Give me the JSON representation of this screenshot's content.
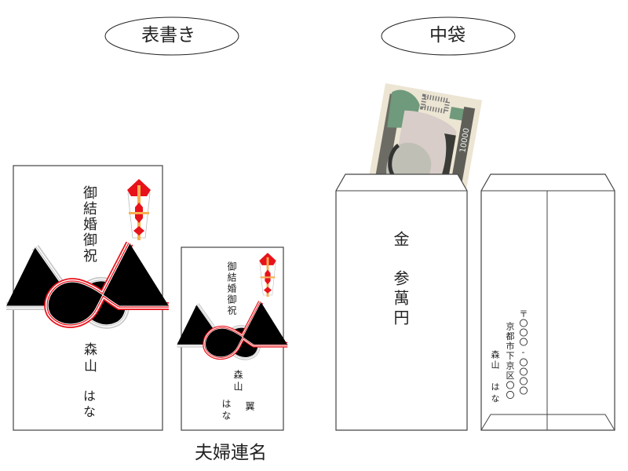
{
  "labels": {
    "omotegaki": "表書き",
    "nakabukuro": "中袋",
    "fufu_renmei": "夫婦連名"
  },
  "envelope_main": {
    "title": "御結婚御祝",
    "family_name": "森山",
    "given_name": "はな"
  },
  "envelope_couple": {
    "title": "御結婚御祝",
    "family_name": "森山",
    "husband_name": "翼",
    "wife_name": "はな"
  },
  "inner_front": {
    "kin": "金",
    "amount": "参萬円"
  },
  "inner_back": {
    "postal_code": "〒〇〇〇-〇〇〇〇",
    "address": "京都市下京区〇〇",
    "family_name": "森山",
    "given_name": "はな"
  },
  "banknote": {
    "denomination": "10000"
  },
  "colors": {
    "red_cord": "#e8121a",
    "silver_cord": "#c8c8c8",
    "noshi_orange": "#f7b050",
    "note_beige": "#ece5d3",
    "note_green": "#6f9a7c"
  },
  "icons": [
    "mizuhiki-knot",
    "noshi",
    "banknote"
  ]
}
